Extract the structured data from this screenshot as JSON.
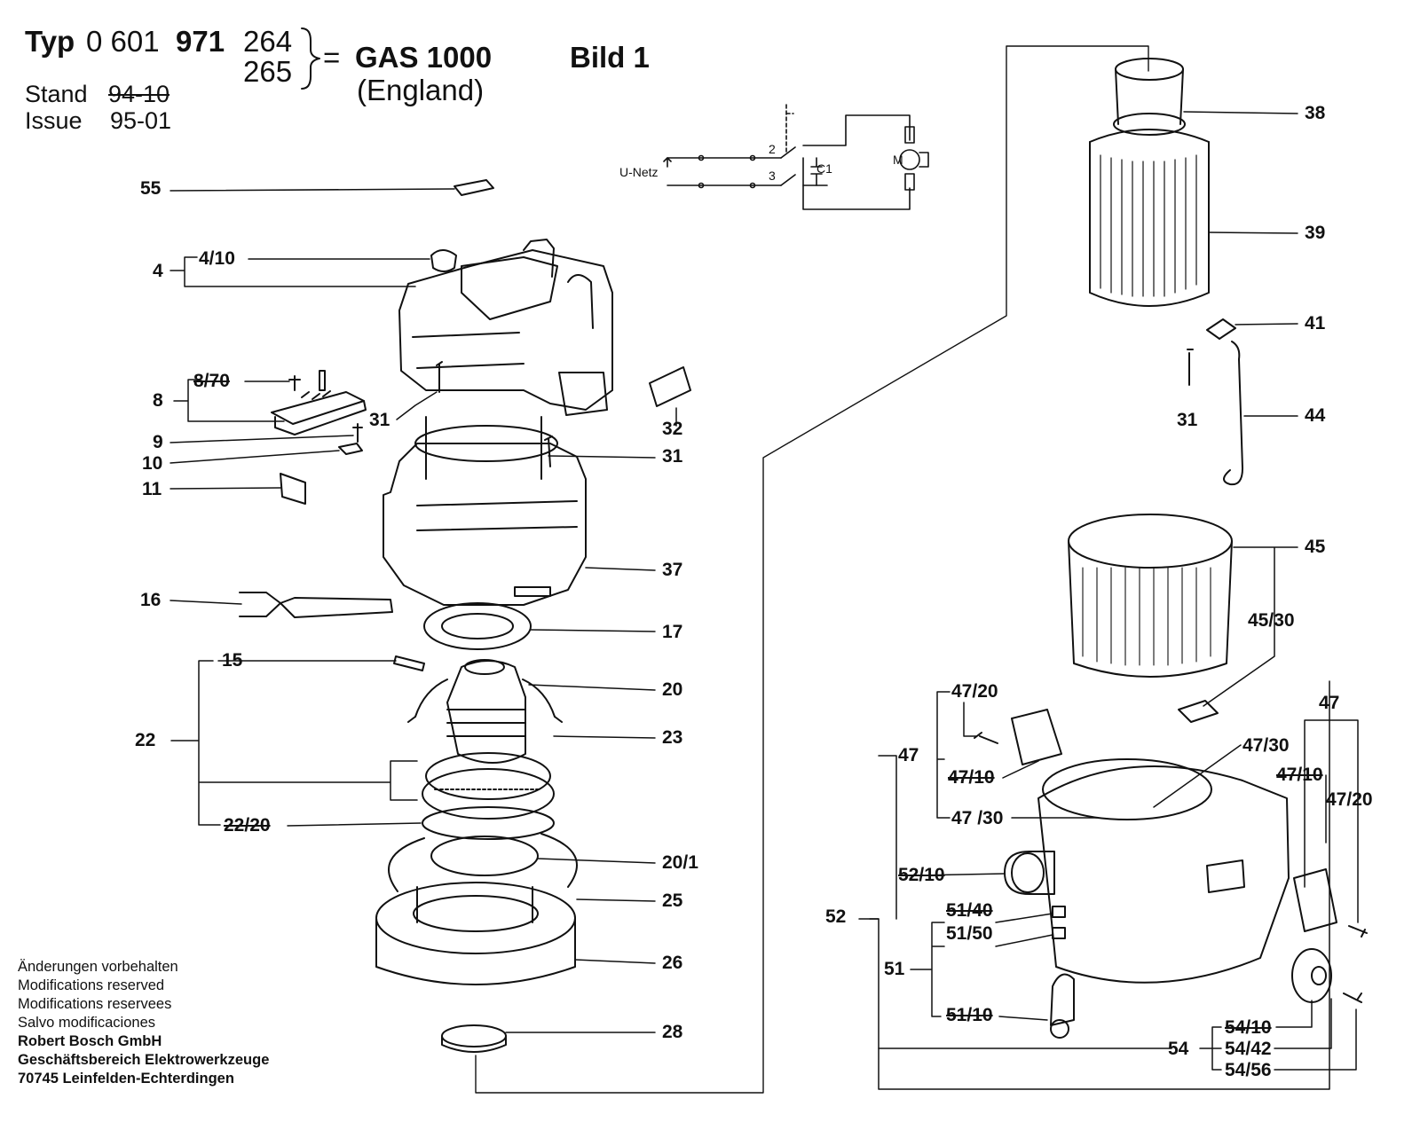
{
  "header": {
    "typ_label": "Typ",
    "typ_number_prefix": "0 601",
    "typ_number_main": "971",
    "variant_1": "264",
    "variant_2": "265",
    "equals": "=",
    "model": "GAS  1000",
    "region": "(England)",
    "bild": "Bild 1",
    "stand_label": "Stand",
    "stand_value": "94-10",
    "issue_label": "Issue",
    "issue_value": "95-01"
  },
  "schematic": {
    "u_netz": "U-Netz",
    "switch_1": "2",
    "switch_2": "3",
    "capacitor": "C1",
    "motor": "M"
  },
  "callouts": [
    {
      "id": "c55",
      "text": "55",
      "strike": false
    },
    {
      "id": "c4",
      "text": "4",
      "strike": false
    },
    {
      "id": "c4-10",
      "text": "4/10",
      "strike": false
    },
    {
      "id": "c8-70",
      "text": "8/70",
      "strike": true
    },
    {
      "id": "c8",
      "text": "8",
      "strike": false
    },
    {
      "id": "c31a",
      "text": "31",
      "strike": false
    },
    {
      "id": "c32",
      "text": "32",
      "strike": false
    },
    {
      "id": "c9",
      "text": "9",
      "strike": false
    },
    {
      "id": "c31b",
      "text": "31",
      "strike": false
    },
    {
      "id": "c10",
      "text": "10",
      "strike": false
    },
    {
      "id": "c11",
      "text": "11",
      "strike": false
    },
    {
      "id": "c37",
      "text": "37",
      "strike": false
    },
    {
      "id": "c16",
      "text": "16",
      "strike": false
    },
    {
      "id": "c17",
      "text": "17",
      "strike": false
    },
    {
      "id": "c15",
      "text": "15",
      "strike": false
    },
    {
      "id": "c20",
      "text": "20",
      "strike": false
    },
    {
      "id": "c22",
      "text": "22",
      "strike": false
    },
    {
      "id": "c23",
      "text": "23",
      "strike": false
    },
    {
      "id": "c22-20",
      "text": "22/20",
      "strike": true
    },
    {
      "id": "c20-1",
      "text": "20/1",
      "strike": false
    },
    {
      "id": "c25",
      "text": "25",
      "strike": false
    },
    {
      "id": "c26",
      "text": "26",
      "strike": false
    },
    {
      "id": "c28",
      "text": "28",
      "strike": false
    },
    {
      "id": "c38",
      "text": "38",
      "strike": false
    },
    {
      "id": "c39",
      "text": "39",
      "strike": false
    },
    {
      "id": "c41",
      "text": "41",
      "strike": false
    },
    {
      "id": "c31c",
      "text": "31",
      "strike": false
    },
    {
      "id": "c44",
      "text": "44",
      "strike": false
    },
    {
      "id": "c45",
      "text": "45",
      "strike": false
    },
    {
      "id": "c45-30",
      "text": "45/30",
      "strike": false
    },
    {
      "id": "c47-20a",
      "text": "47/20",
      "strike": false
    },
    {
      "id": "c47r",
      "text": "47",
      "strike": false
    },
    {
      "id": "c47l",
      "text": "47",
      "strike": false
    },
    {
      "id": "c47-30r",
      "text": "47/30",
      "strike": false
    },
    {
      "id": "c47-10l",
      "text": "47/10",
      "strike": true
    },
    {
      "id": "c47-10r",
      "text": "47/10",
      "strike": true
    },
    {
      "id": "c47-20b",
      "text": "47/20",
      "strike": false
    },
    {
      "id": "c47-30l",
      "text": "47 /30",
      "strike": false
    },
    {
      "id": "c52-10",
      "text": "52/10",
      "strike": true
    },
    {
      "id": "c52",
      "text": "52",
      "strike": false
    },
    {
      "id": "c51-40",
      "text": "51/40",
      "strike": true
    },
    {
      "id": "c51-50",
      "text": "51/50",
      "strike": false
    },
    {
      "id": "c51",
      "text": "51",
      "strike": false
    },
    {
      "id": "c51-10",
      "text": "51/10",
      "strike": true
    },
    {
      "id": "c54-10",
      "text": "54/10",
      "strike": true
    },
    {
      "id": "c54",
      "text": "54",
      "strike": false
    },
    {
      "id": "c54-42",
      "text": "54/42",
      "strike": false
    },
    {
      "id": "c54-56",
      "text": "54/56",
      "strike": false
    }
  ],
  "footer": {
    "lines": [
      "Änderungen vorbehalten",
      "Modifications reserved",
      "Modifications reservees",
      "Salvo modificaciones"
    ],
    "company_lines": [
      "Robert Bosch GmbH",
      "Geschäftsbereich Elektrowerkzeuge",
      "70745 Leinfelden-Echterdingen"
    ]
  }
}
